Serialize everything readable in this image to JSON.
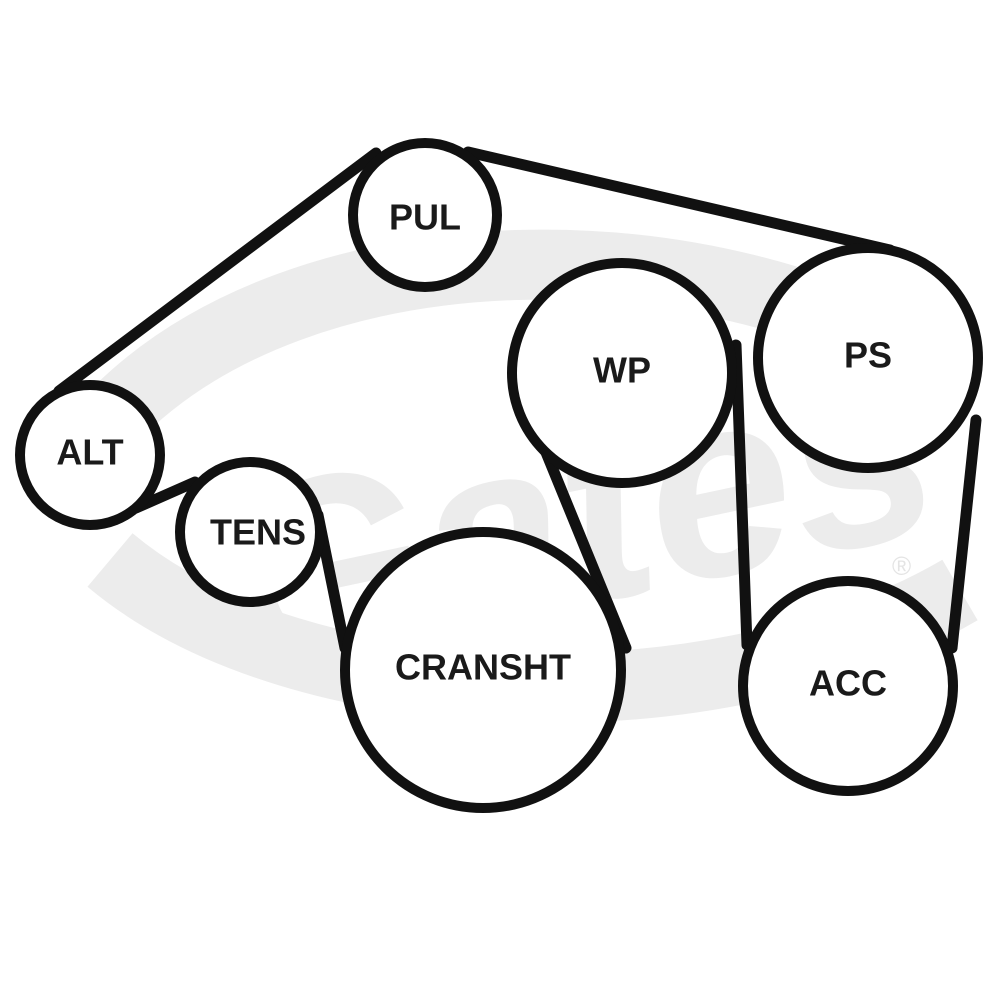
{
  "watermark": {
    "brand": "Gates",
    "registered": "®"
  },
  "pulleys": {
    "pul": "PUL",
    "alt": "ALT",
    "tens": "TENS",
    "cranksht": "CRANSHT",
    "wp": "WP",
    "ps": "PS",
    "acc": "ACC"
  }
}
